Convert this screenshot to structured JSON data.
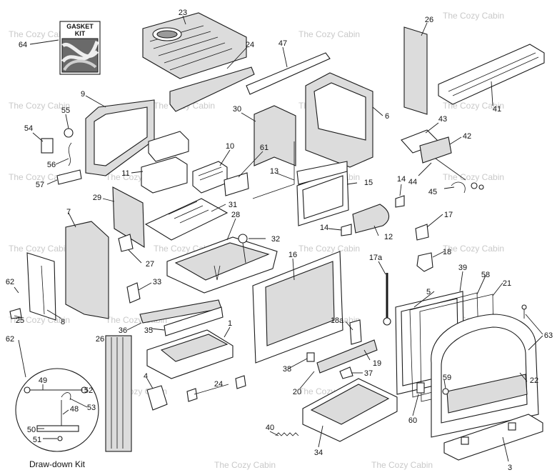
{
  "watermark": "The Cozy Cabin",
  "gasket_kit": {
    "line1": "GASKET",
    "line2": "KIT"
  },
  "draw_down_kit_caption": "Draw-down Kit",
  "callouts": [
    {
      "id": "c23",
      "label": "23"
    },
    {
      "id": "c24a",
      "label": "24"
    },
    {
      "id": "c47",
      "label": "47"
    },
    {
      "id": "c26a",
      "label": "26"
    },
    {
      "id": "c64",
      "label": "64"
    },
    {
      "id": "c9",
      "label": "9"
    },
    {
      "id": "c55",
      "label": "55"
    },
    {
      "id": "c54",
      "label": "54"
    },
    {
      "id": "c56",
      "label": "56"
    },
    {
      "id": "c57",
      "label": "57"
    },
    {
      "id": "c11",
      "label": "11"
    },
    {
      "id": "c10",
      "label": "10"
    },
    {
      "id": "c30",
      "label": "30"
    },
    {
      "id": "c61",
      "label": "61"
    },
    {
      "id": "c13",
      "label": "13"
    },
    {
      "id": "c6",
      "label": "6"
    },
    {
      "id": "c41",
      "label": "41"
    },
    {
      "id": "c43",
      "label": "43"
    },
    {
      "id": "c42",
      "label": "42"
    },
    {
      "id": "c44",
      "label": "44"
    },
    {
      "id": "c45",
      "label": "45"
    },
    {
      "id": "c14a",
      "label": "14"
    },
    {
      "id": "c15",
      "label": "15"
    },
    {
      "id": "c29",
      "label": "29"
    },
    {
      "id": "c31",
      "label": "31"
    },
    {
      "id": "c7",
      "label": "7"
    },
    {
      "id": "c28",
      "label": "28"
    },
    {
      "id": "c32",
      "label": "32"
    },
    {
      "id": "c14b",
      "label": "14"
    },
    {
      "id": "c12",
      "label": "12"
    },
    {
      "id": "c17",
      "label": "17"
    },
    {
      "id": "c27",
      "label": "27"
    },
    {
      "id": "c18",
      "label": "18"
    },
    {
      "id": "c16",
      "label": "16"
    },
    {
      "id": "c17a",
      "label": "17a"
    },
    {
      "id": "c62a",
      "label": "62"
    },
    {
      "id": "c33",
      "label": "33"
    },
    {
      "id": "c39",
      "label": "39"
    },
    {
      "id": "c58",
      "label": "58"
    },
    {
      "id": "c5",
      "label": "5"
    },
    {
      "id": "c21",
      "label": "21"
    },
    {
      "id": "c25",
      "label": "25"
    },
    {
      "id": "c8",
      "label": "8"
    },
    {
      "id": "c36",
      "label": "36"
    },
    {
      "id": "c26b",
      "label": "26"
    },
    {
      "id": "c1",
      "label": "1"
    },
    {
      "id": "c18a",
      "label": "18a"
    },
    {
      "id": "c63",
      "label": "63"
    },
    {
      "id": "c62b",
      "label": "62"
    },
    {
      "id": "c35",
      "label": "35"
    },
    {
      "id": "c19",
      "label": "19"
    },
    {
      "id": "c49",
      "label": "49"
    },
    {
      "id": "c52",
      "label": "52"
    },
    {
      "id": "c53",
      "label": "53"
    },
    {
      "id": "c48",
      "label": "48"
    },
    {
      "id": "c4",
      "label": "4"
    },
    {
      "id": "c38",
      "label": "38"
    },
    {
      "id": "c37",
      "label": "37"
    },
    {
      "id": "c20",
      "label": "20"
    },
    {
      "id": "c59",
      "label": "59"
    },
    {
      "id": "c24b",
      "label": "24"
    },
    {
      "id": "c22",
      "label": "22"
    },
    {
      "id": "c60",
      "label": "60"
    },
    {
      "id": "c40",
      "label": "40"
    },
    {
      "id": "c50",
      "label": "50"
    },
    {
      "id": "c51",
      "label": "51"
    },
    {
      "id": "c34",
      "label": "34"
    },
    {
      "id": "c3",
      "label": "3"
    }
  ]
}
